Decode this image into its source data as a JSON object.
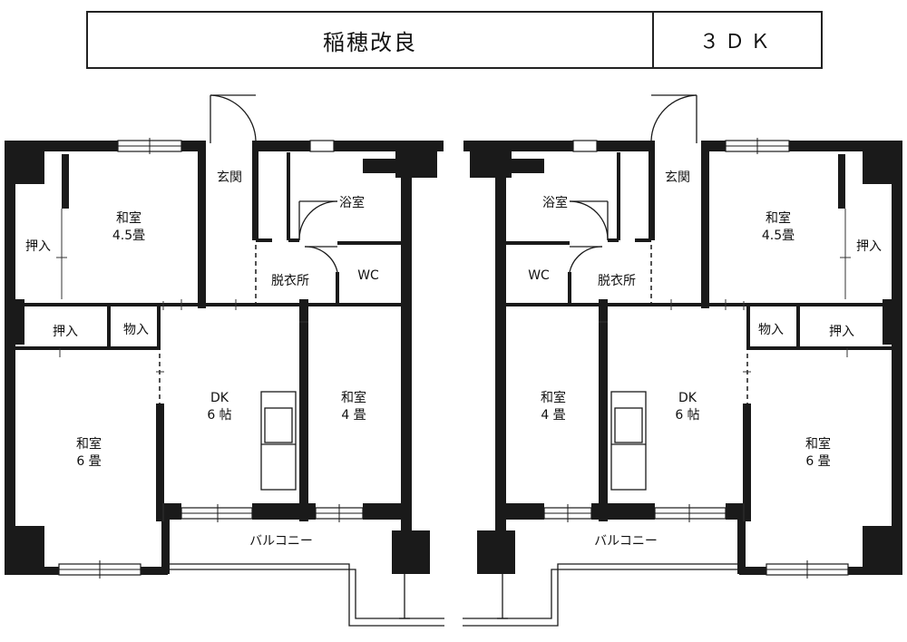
{
  "header": {
    "name": "稲穂改良",
    "type": "３ＤＫ"
  },
  "units": [
    {
      "id": "left",
      "labels": {
        "genkan": "玄関",
        "yokushitsu": "浴室",
        "washitsu45_name": "和室",
        "washitsu45_size": "4.5畳",
        "oshiire_a": "押入",
        "datsuijo": "脱衣所",
        "wc": "WC",
        "oshiire_b": "押入",
        "monoire": "物入",
        "dk_name": "DK",
        "dk_size": "6 帖",
        "washitsu4_name": "和室",
        "washitsu4_size": "4 畳",
        "washitsu6_name": "和室",
        "washitsu6_size": "6 畳",
        "balcony": "バルコニー"
      }
    },
    {
      "id": "right",
      "labels": {
        "genkan": "玄関",
        "yokushitsu": "浴室",
        "washitsu45_name": "和室",
        "washitsu45_size": "4.5畳",
        "oshiire_a": "押入",
        "datsuijo": "脱衣所",
        "wc": "WC",
        "oshiire_b": "押入",
        "monoire": "物入",
        "dk_name": "DK",
        "dk_size": "6 帖",
        "washitsu4_name": "和室",
        "washitsu4_size": "4 畳",
        "washitsu6_name": "和室",
        "washitsu6_size": "6 畳",
        "balcony": "バルコニー"
      }
    }
  ]
}
